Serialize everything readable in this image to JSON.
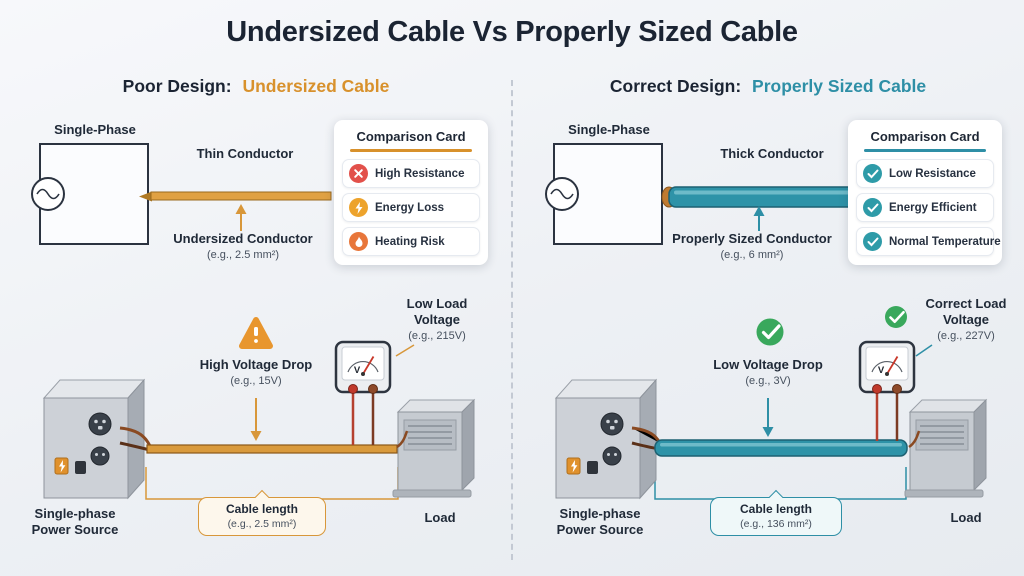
{
  "title": "Undersized Cable Vs Properly Sized Cable",
  "colors": {
    "poor_accent": "#d8912c",
    "correct_accent": "#2e8fa6",
    "error_red": "#e2504a",
    "success_green": "#39a85c",
    "heading_dark": "#1b2433"
  },
  "left": {
    "heading_prefix": "Poor Design:",
    "heading_highlight": "Undersized Cable",
    "phase_label": "Single-Phase",
    "conductor_title": "Thin Conductor",
    "conductor_caption": "Undersized Conductor",
    "conductor_caption_sub": "(e.g., 2.5 mm²)",
    "card": {
      "title": "Comparison Card",
      "items": [
        {
          "icon": "cross-icon",
          "label": "High Resistance"
        },
        {
          "icon": "bolt-icon",
          "label": "Energy Loss"
        },
        {
          "icon": "flame-icon",
          "label": "Heating Risk"
        }
      ]
    },
    "load_voltage_title": "Low Load Voltage",
    "load_voltage_sub": "(e.g., 215V)",
    "voltage_drop_title": "High Voltage Drop",
    "voltage_drop_sub": "(e.g., 15V)",
    "meter_letter": "V",
    "cable_length_title": "Cable length",
    "cable_length_sub": "(e.g., 2.5 mm²)",
    "source_label_line1": "Single-phase",
    "source_label_line2": "Power Source",
    "load_label": "Load"
  },
  "right": {
    "heading_prefix": "Correct Design:",
    "heading_highlight": "Properly Sized Cable",
    "phase_label": "Single-Phase",
    "conductor_title": "Thick Conductor",
    "conductor_caption": "Properly Sized Conductor",
    "conductor_caption_sub": "(e.g., 6 mm²)",
    "card": {
      "title": "Comparison Card",
      "items": [
        {
          "icon": "check-icon",
          "label": "Low Resistance"
        },
        {
          "icon": "check-icon",
          "label": "Energy Efficient"
        },
        {
          "icon": "check-icon",
          "label": "Normal Temperature"
        }
      ]
    },
    "load_voltage_title": "Correct Load Voltage",
    "load_voltage_sub": "(e.g., 227V)",
    "voltage_drop_title": "Low Voltage Drop",
    "voltage_drop_sub": "(e.g., 3V)",
    "meter_letter": "V",
    "cable_length_title": "Cable length",
    "cable_length_sub": "(e.g., 136 mm²)",
    "source_label_line1": "Single-phase",
    "source_label_line2": "Power Source",
    "load_label": "Load"
  }
}
